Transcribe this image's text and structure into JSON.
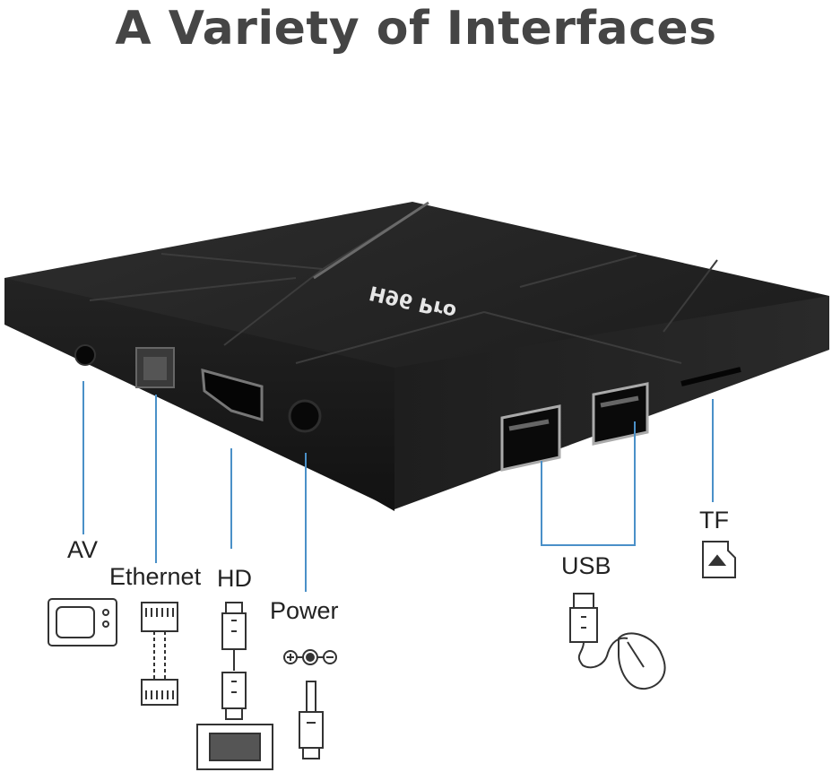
{
  "title": "A Variety of Interfaces",
  "device": {
    "brand": "H96 Pro"
  },
  "ports": {
    "av": "AV",
    "ethernet": "Ethernet",
    "hd": "HD",
    "power": "Power",
    "usb": "USB",
    "tf": "TF"
  },
  "colors": {
    "leader_line": "#4a90c8",
    "device_body": "#1c1c1c",
    "title": "#454545"
  }
}
